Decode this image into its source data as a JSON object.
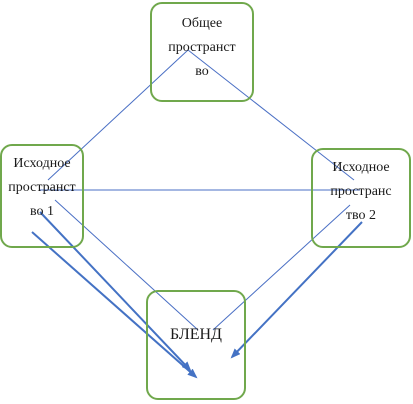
{
  "nodes": {
    "common": {
      "label": "Общее\nпространст\nво"
    },
    "source1": {
      "label": "Исходное\nпространст\nво 1"
    },
    "source2": {
      "label": "Исходное\nпространс\nтво 2"
    },
    "blend": {
      "label": "БЛЕНД"
    }
  },
  "colors": {
    "box_border": "#70a84c",
    "thin_line": "#4a6fc4",
    "arrow": "#4472c4",
    "text": "#1a1a1a"
  }
}
